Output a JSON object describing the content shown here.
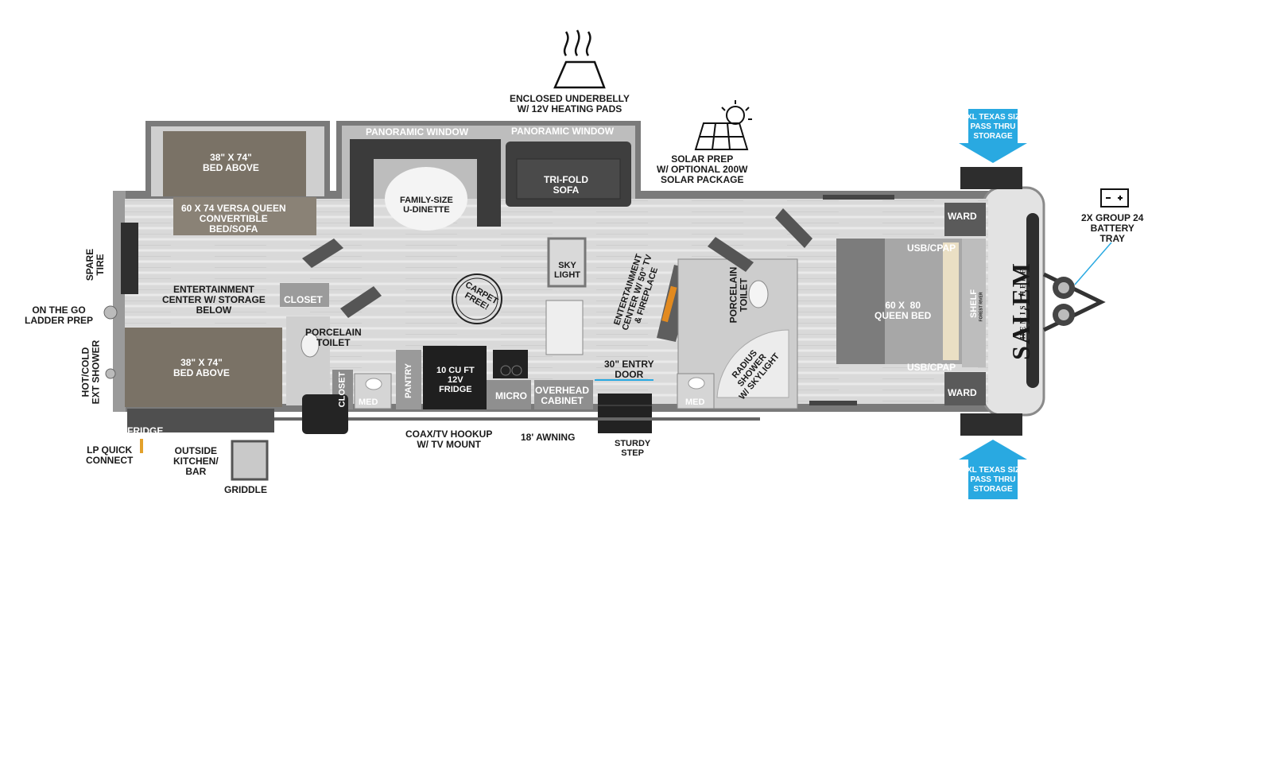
{
  "labels": {
    "bed_above_top": "38\" X 74\"\nBED ABOVE",
    "versa_queen": "60 X 74 VERSA QUEEN\nCONVERTIBLE\nBED/SOFA",
    "panoramic_window_1": "PANORAMIC WINDOW",
    "panoramic_window_2": "PANORAMIC WINDOW",
    "u_dinette": "FAMILY-SIZE\nU-DINETTE",
    "tri_fold_sofa": "TRI-FOLD\nSOFA",
    "underbelly": "ENCLOSED UNDERBELLY\nW/ 12V HEATING PADS",
    "solar": "SOLAR PREP\nW/ OPTIONAL 200W\nSOLAR PACKAGE",
    "xl_storage_top": "XL TEXAS SIZE\nPASS THRU\nSTORAGE",
    "xl_storage_bottom": "XL TEXAS SIZE\nPASS THRU\nSTORAGE",
    "battery": "2X GROUP 24\nBATTERY\nTRAY",
    "spare_tire": "SPARE\nTIRE",
    "ladder": "ON THE GO\nLADDER PREP",
    "ext_shower": "HOT/COLD\nEXT SHOWER",
    "ent_center_left": "ENTERTAINMENT\nCENTER W/ STORAGE\nBELOW",
    "closet_1": "CLOSET",
    "bed_above_bottom": "38\" X 74\"\nBED ABOVE",
    "porcelain_toilet_1": "PORCELAIN\nTOILET",
    "closet_2": "CLOSET",
    "med_1": "MED",
    "pantry": "PANTRY",
    "fridge_12v": "10 CU FT\n12V\nFRIDGE",
    "micro": "MICRO",
    "overhead_cabinet": "OVERHEAD\nCABINET",
    "carpet_free": "CARPET\nFREE!",
    "sky_light": "SKY\nLIGHT",
    "ent_center_tv": "ENTERTAINMENT\nCENTER W/ 50\" TV\n& FIREPLACE",
    "entry_door": "30\" ENTRY\nDOOR",
    "med_2": "MED",
    "porcelain_toilet_2": "PORCELAIN\nTOILET",
    "radius_shower": "RADIUS\nSHOWER\nW/ SKYLIGHT",
    "usb_cpap_top": "USB/CPAP",
    "usb_cpap_bottom": "USB/CPAP",
    "queen_bed": "60 X  80\nQUEEN BED",
    "ward_top": "WARD",
    "ward_bottom": "WARD",
    "shelf": "SHELF",
    "brand": "SALEM",
    "brand_sub": "HEMISPHERE",
    "brand_top": "FOREST RIVER",
    "outside_fridge": "FRIDGE",
    "lp_connect": "LP QUICK\nCONNECT",
    "outside_kitchen": "OUTSIDE\nKITCHEN/\nBAR",
    "griddle": "GRIDDLE",
    "coax": "COAX/TV HOOKUP\nW/ TV MOUNT",
    "awning": "18' AWNING",
    "sturdy_step": "STURDY\nSTEP"
  },
  "colors": {
    "floor": "#dcdcdc",
    "wall": "#6f6f6f",
    "dark": "#3a3a3a",
    "bed_brown": "#7a7266",
    "storage_blue": "#29a9e1"
  },
  "icons": [
    "heat-pad-icon",
    "solar-panel-icon",
    "battery-icon",
    "carpet-free-icon"
  ]
}
